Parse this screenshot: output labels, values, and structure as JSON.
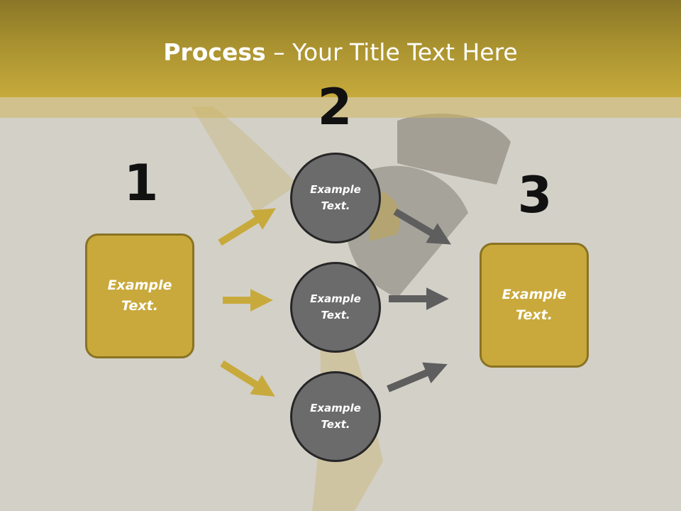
{
  "title": {
    "bold": "Process",
    "rest": " – Your Title Text Here"
  },
  "steps": {
    "one": "1",
    "two": "2",
    "three": "3"
  },
  "left_box": {
    "text": "Example Text."
  },
  "circles": [
    {
      "text": "Example Text."
    },
    {
      "text": "Example Text."
    },
    {
      "text": "Example Text."
    }
  ],
  "right_box": {
    "text": "Example Text."
  },
  "colors": {
    "gold": "#c9a93c",
    "gold_border": "#8a7322",
    "gray_circle": "#6b6b6b",
    "gray_arrow": "#5e5e5e",
    "gold_arrow": "#c8aa3c"
  }
}
